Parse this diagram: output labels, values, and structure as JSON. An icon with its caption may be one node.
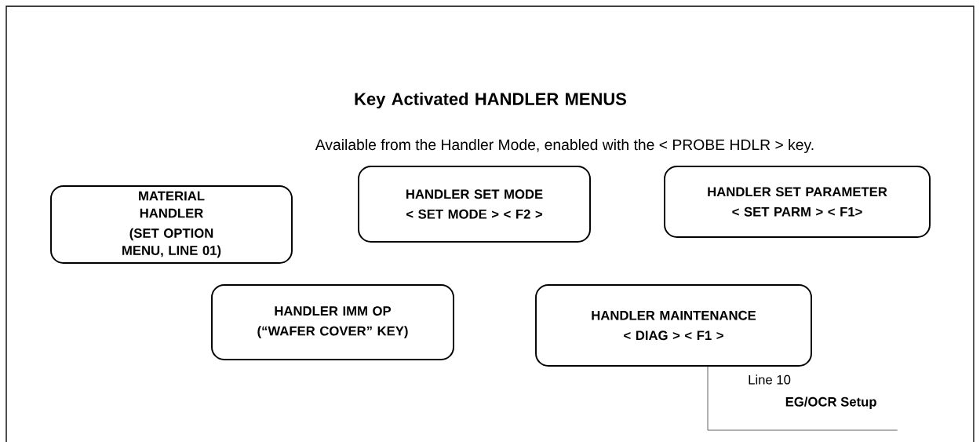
{
  "diagram": {
    "title": "Key Activated HANDLER MENUS",
    "nodes": [
      {
        "text": [
          "MATERIAL HANDLER",
          "(SET OPTION MENU, LINE 01)"
        ]
      },
      {
        "text": [
          "HANDLER SET MODE",
          "< SET MODE > < F2 >"
        ]
      },
      {
        "text": [
          "HANDLER SET PARAMETER",
          "< SET PARM > < F1>"
        ]
      },
      {
        "text": [
          "HANDLER IMM OP",
          "(“WAFER COVER” KEY)"
        ]
      },
      {
        "text": [
          "HANDLER MAINTENANCE",
          "< DIAG > < F1 >"
        ]
      },
      {
        "text": [
          "Line 10",
          "EG/OCR Setup"
        ]
      }
    ],
    "edges": [
      {
        "from": 4,
        "to": 5,
        "arrow": "none"
      }
    ],
    "labels": [
      "Available from the Handler Mode, enabled with the < PROBE HDLR > key."
    ]
  }
}
